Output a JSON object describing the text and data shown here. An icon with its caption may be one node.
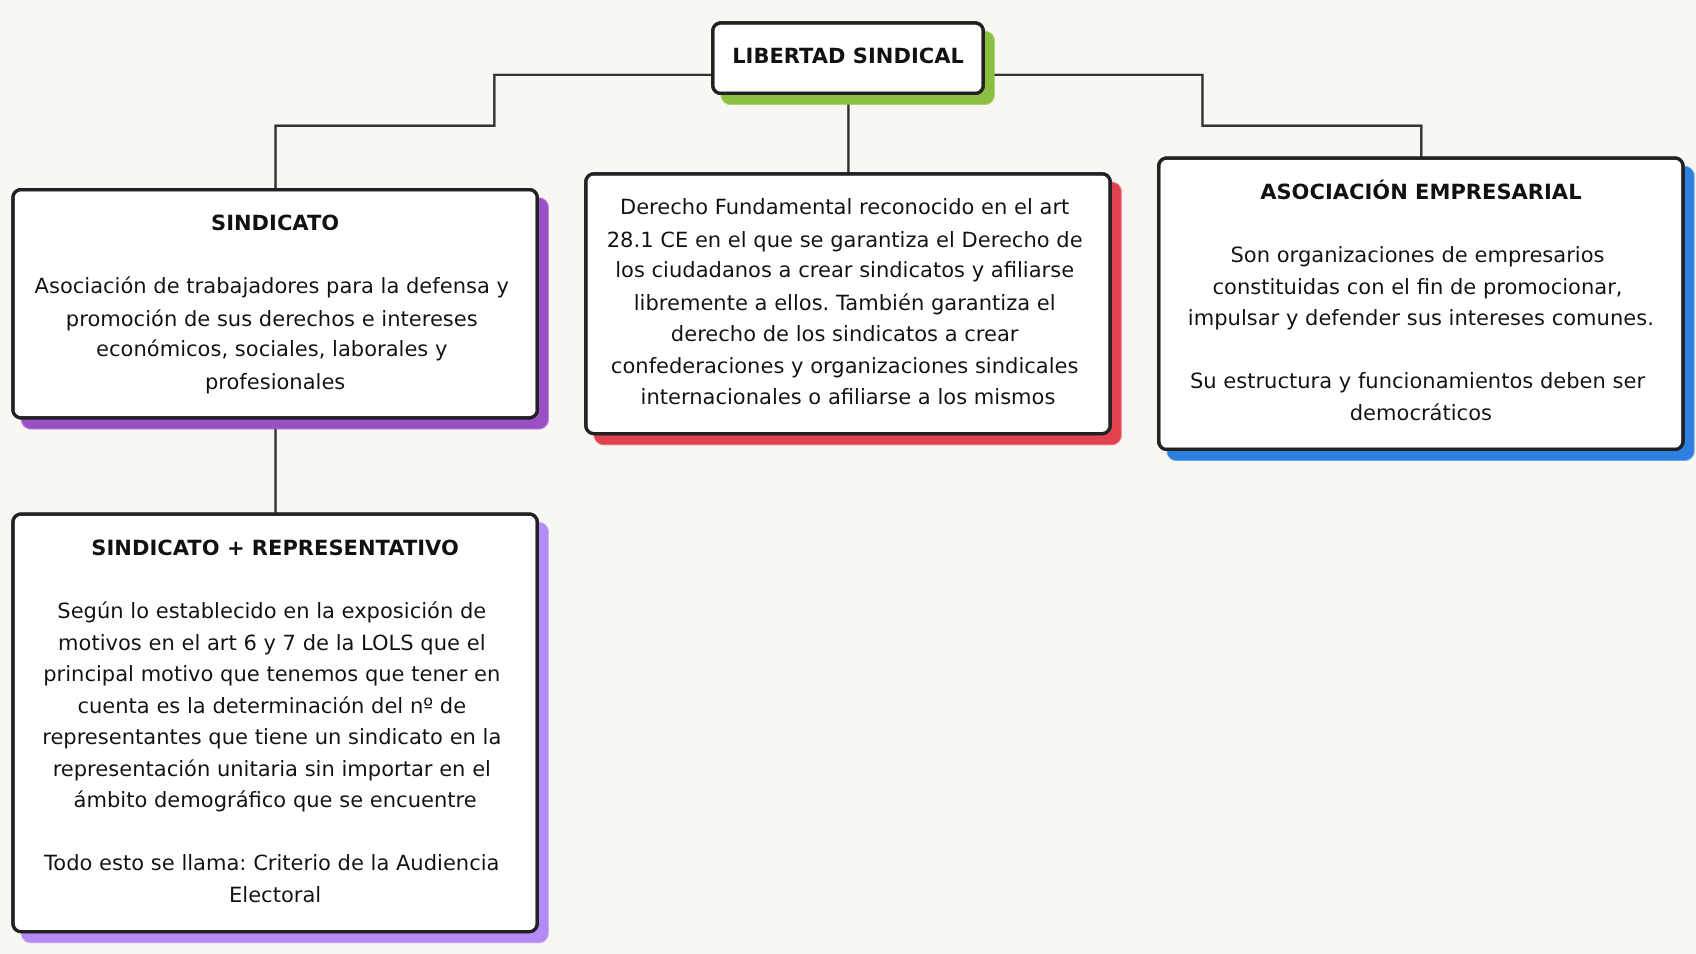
{
  "diagram": {
    "nodes": [
      {
        "text": [
          "LIBERTAD SINDICAL"
        ]
      },
      {
        "text": [
          "SINDICATO",
          "Asociación de trabajadores para la defensa y promoción de sus derechos e intereses económicos, sociales, laborales y profesionales"
        ]
      },
      {
        "text": [
          "SINDICATO + REPRESENTATIVO",
          "Según lo establecido en la exposición de motivos en el art 6 y 7 de la LOLS que el principal motivo que tenemos que tener en cuenta es la determinación del nº de representantes que tiene un sindicato en la representación unitaria sin importar en el ámbito demográfico que se encuentre",
          "Todo esto se llama: Criterio de la Audiencia Electoral"
        ]
      },
      {
        "text": [
          "Derecho Fundamental reconocido en el art 28.1 CE en el que se garantiza el Derecho de los ciudadanos a crear sindicatos y afiliarse libremente a ellos. También garantiza el derecho de los sindicatos a crear confederaciones y organizaciones sindicales internacionales o afiliarse a los mismos"
        ]
      },
      {
        "text": [
          "ASOCIACIÓN EMPRESARIAL",
          "Son organizaciones de empresarios constituidas con el fin de promocionar, impulsar y defender sus intereses comunes.",
          "Su estructura y funcionamientos deben ser democráticos"
        ]
      }
    ],
    "edges": [
      {
        "from": 0,
        "to": 1,
        "arrow": "none"
      },
      {
        "from": 0,
        "to": 3,
        "arrow": "none"
      },
      {
        "from": 0,
        "to": 4,
        "arrow": "none"
      },
      {
        "from": 1,
        "to": 2,
        "arrow": "none"
      }
    ]
  }
}
